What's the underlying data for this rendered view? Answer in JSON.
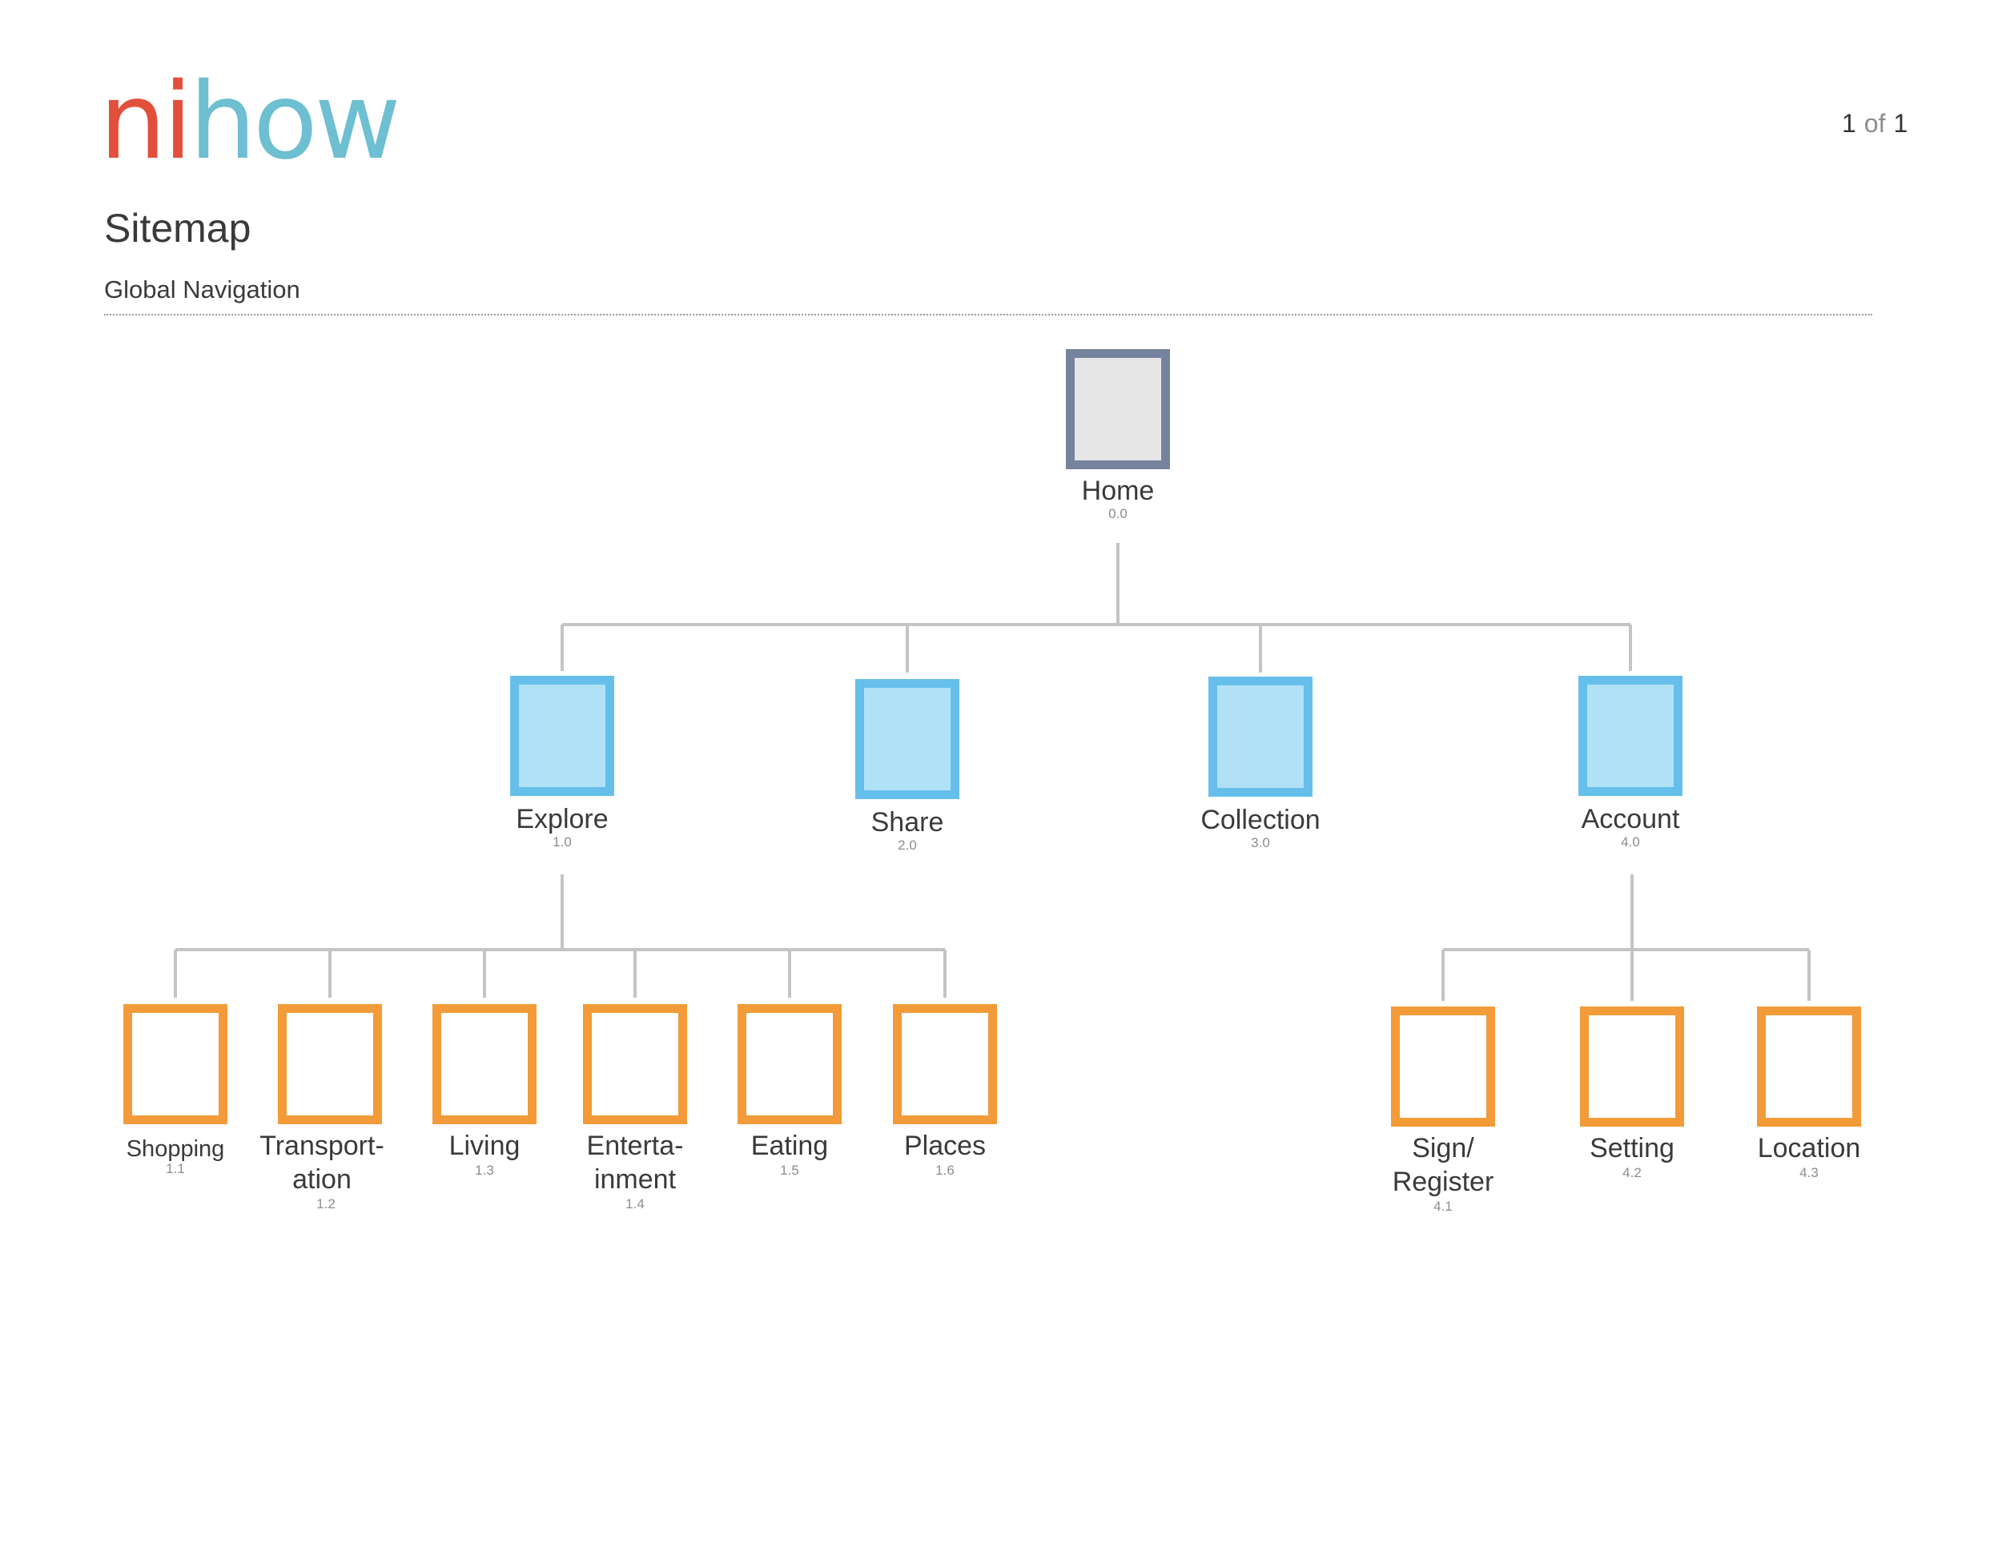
{
  "header": {
    "logo_part1": "ni",
    "logo_part2": "how",
    "page_number": "1",
    "page_of": "of",
    "page_total": "1",
    "title": "Sitemap",
    "subtitle": "Global Navigation"
  },
  "colors": {
    "home_border": "#75839e",
    "home_fill": "#e6e6e6",
    "section_border": "#65bfea",
    "section_fill": "#b1e1f7",
    "page_border": "#f29b38",
    "connector": "#c4c4c4",
    "logo_red": "#e2503b",
    "logo_teal": "#6dbfd1"
  },
  "sitemap": {
    "home": {
      "label": "Home",
      "code": "0.0"
    },
    "sections": [
      {
        "label": "Explore",
        "code": "1.0"
      },
      {
        "label": "Share",
        "code": "2.0"
      },
      {
        "label": "Collection",
        "code": "3.0"
      },
      {
        "label": "Account",
        "code": "4.0"
      }
    ],
    "explore_pages": [
      {
        "label": "Shopping",
        "code": "1.1"
      },
      {
        "label": "Transport-ation",
        "code": "1.2"
      },
      {
        "label": "Living",
        "code": "1.3"
      },
      {
        "label": "Enterta-inment",
        "code": "1.4"
      },
      {
        "label": "Eating",
        "code": "1.5"
      },
      {
        "label": "Places",
        "code": "1.6"
      }
    ],
    "account_pages": [
      {
        "label": "Sign/ Register",
        "code": "4.1"
      },
      {
        "label": "Setting",
        "code": "4.2"
      },
      {
        "label": "Location",
        "code": "4.3"
      }
    ]
  }
}
